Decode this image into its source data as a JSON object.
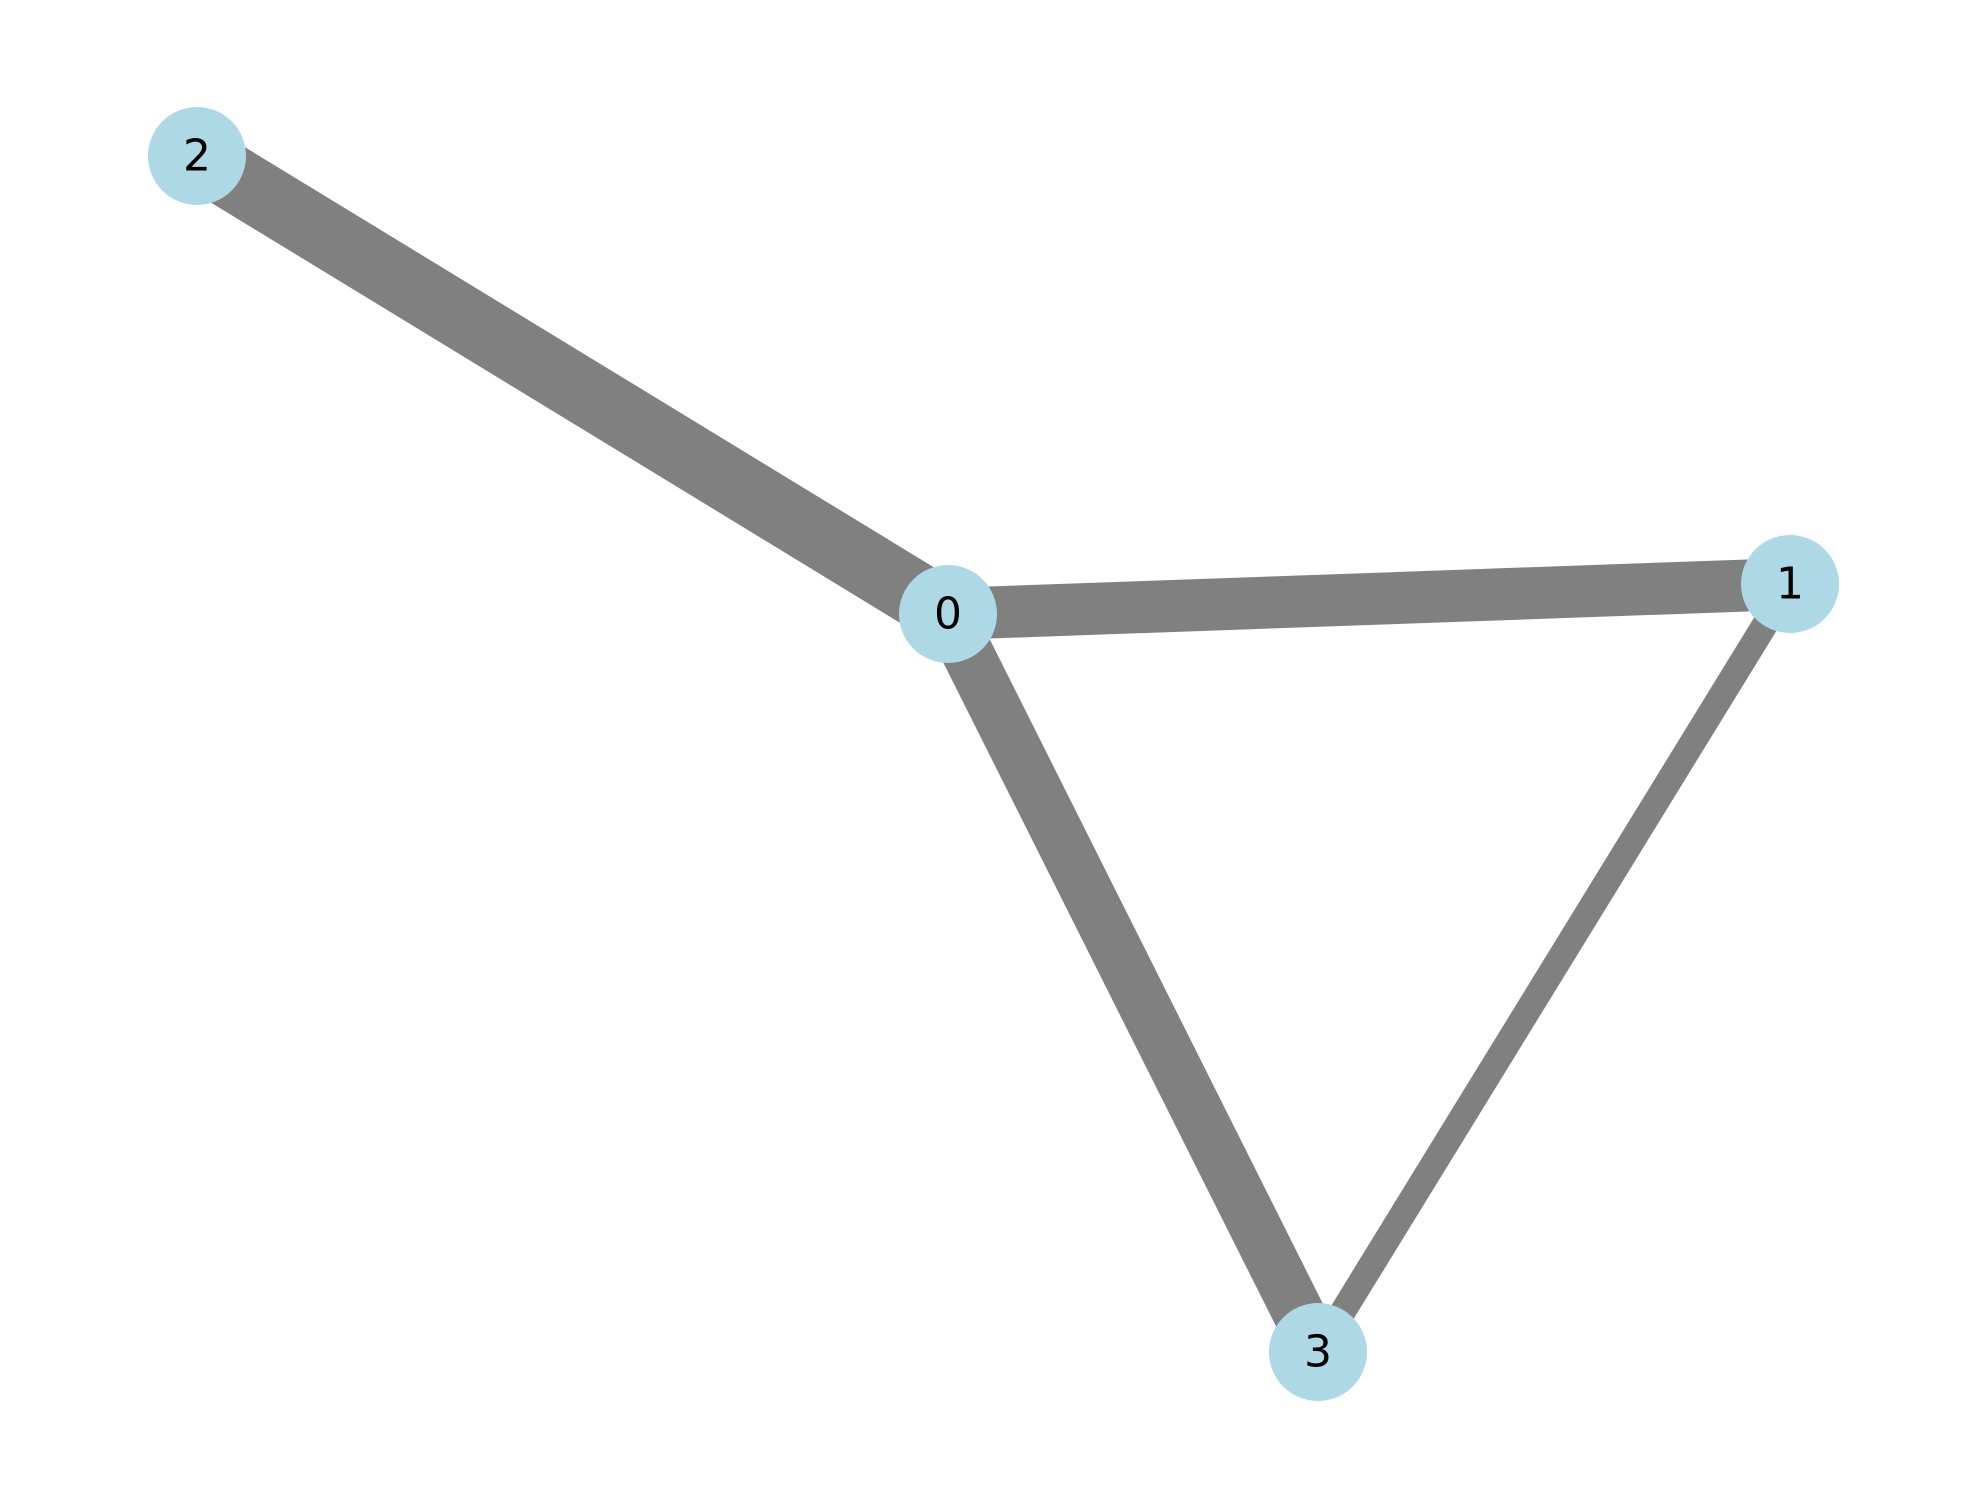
{
  "diagram": {
    "type": "network-graph",
    "edge_color": "#808080",
    "node_color": "#add8e6",
    "label_color": "#000000",
    "nodes": [
      {
        "id": "0",
        "label": "0"
      },
      {
        "id": "1",
        "label": "1"
      },
      {
        "id": "2",
        "label": "2"
      },
      {
        "id": "3",
        "label": "3"
      }
    ],
    "edges": [
      {
        "source": "0",
        "target": "2",
        "weight": 10
      },
      {
        "source": "0",
        "target": "1",
        "weight": 8
      },
      {
        "source": "0",
        "target": "3",
        "weight": 8
      },
      {
        "source": "1",
        "target": "3",
        "weight": 4
      }
    ]
  }
}
